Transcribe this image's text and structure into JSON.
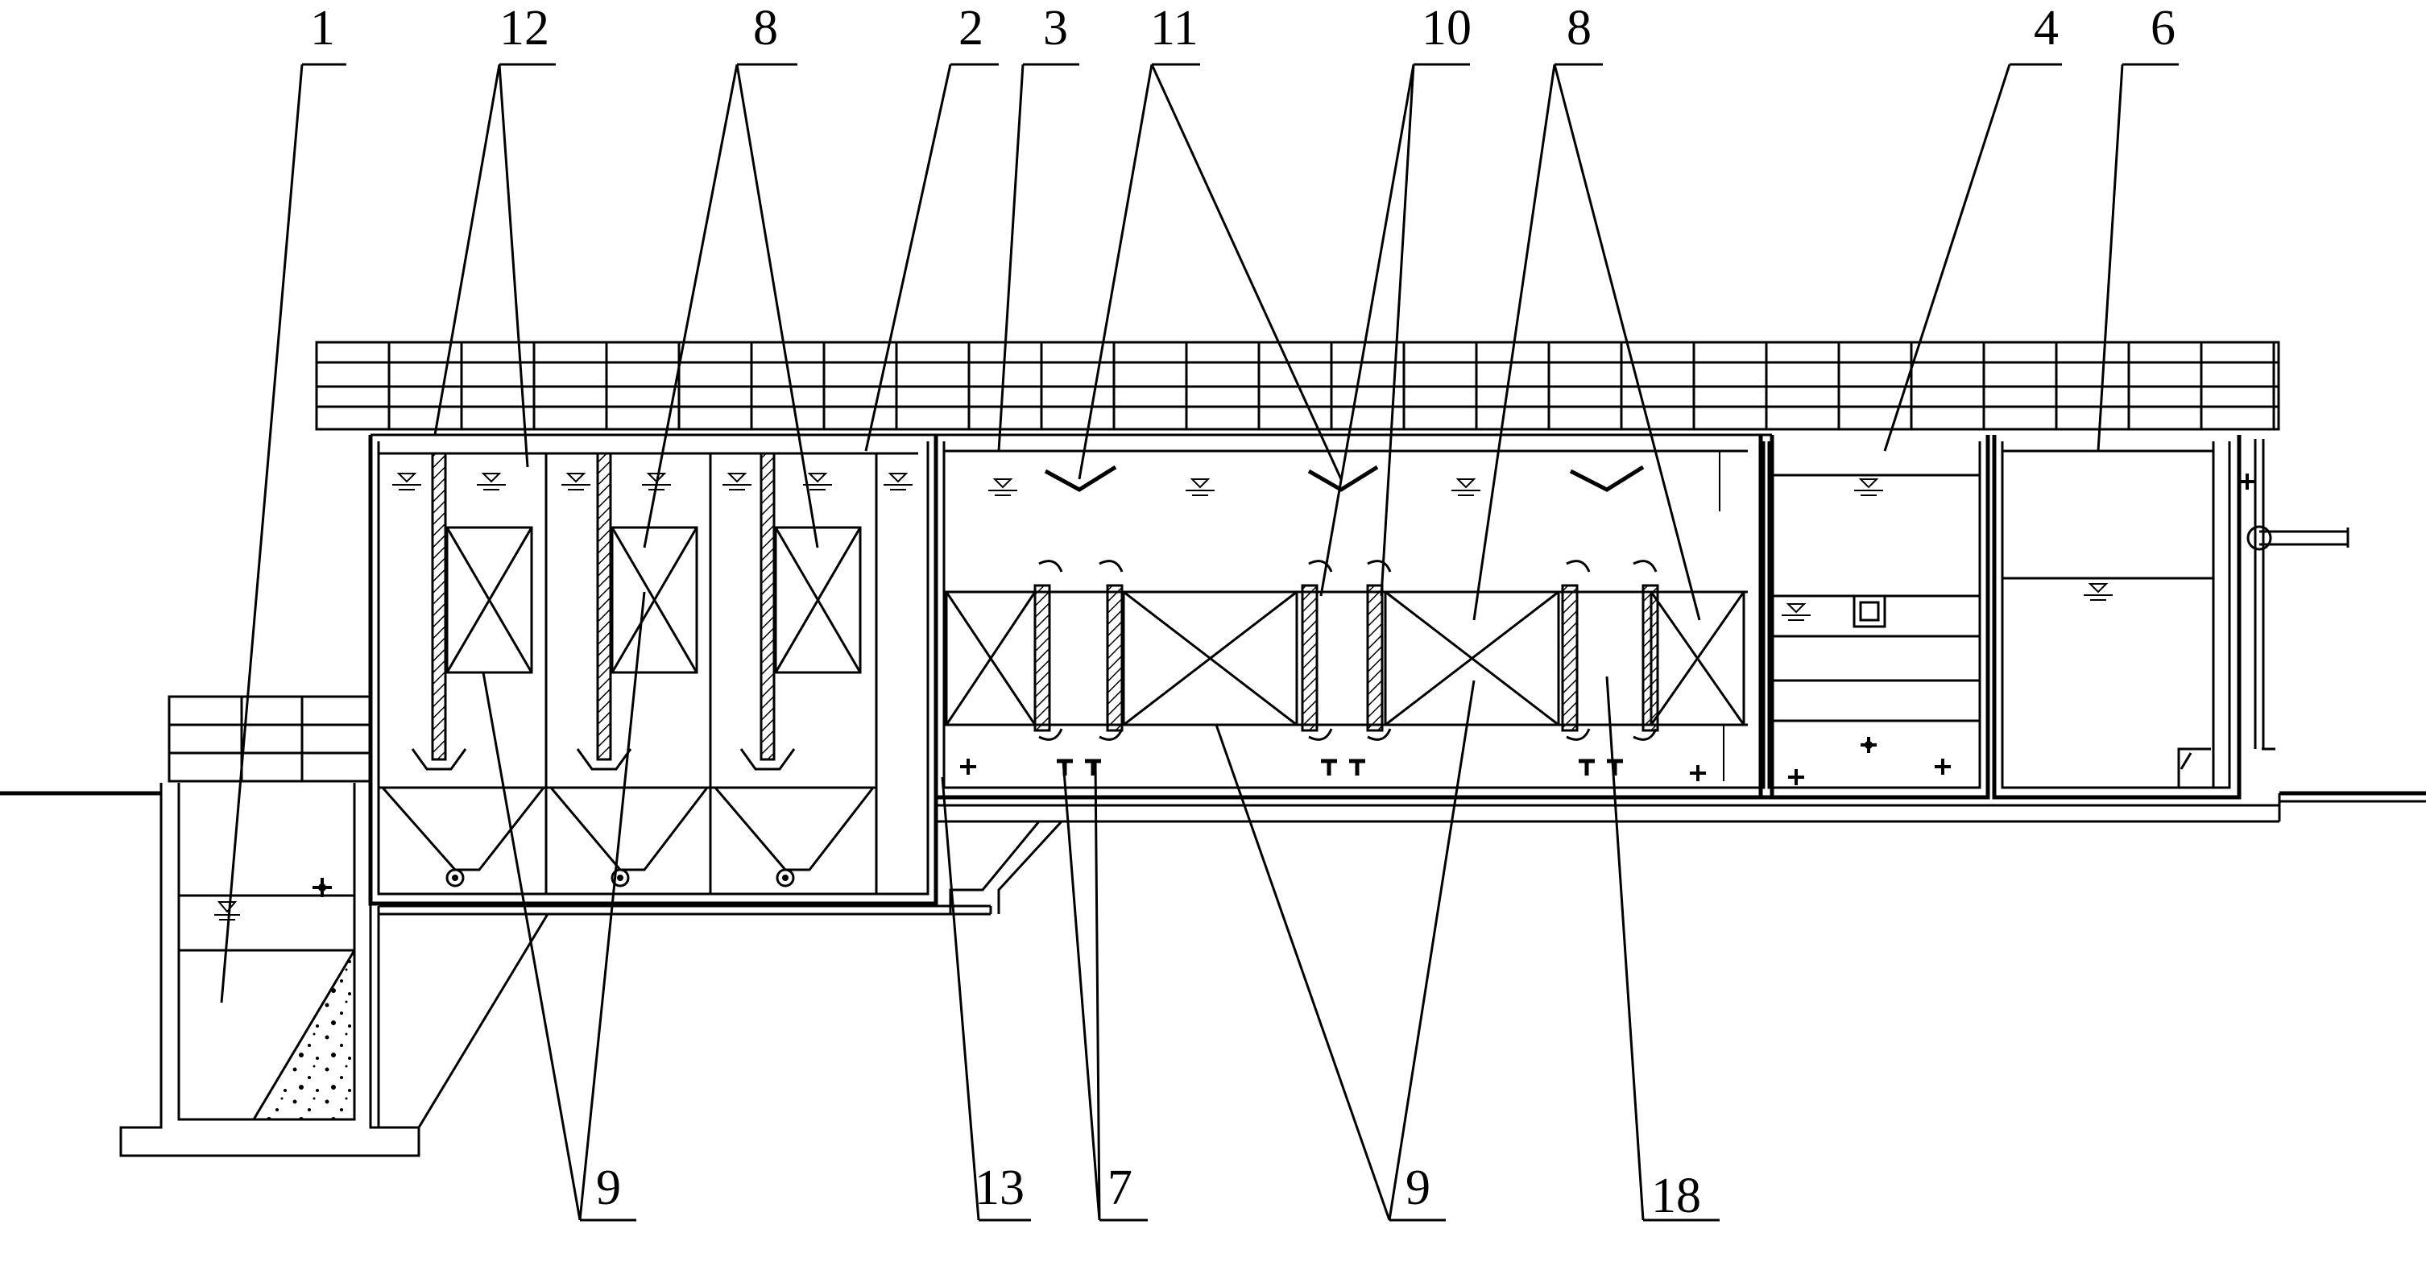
{
  "labels": {
    "n1": "1",
    "n12": "12",
    "n8a": "8",
    "n2": "2",
    "n3": "3",
    "n11": "11",
    "n10": "10",
    "n8b": "8",
    "n4": "4",
    "n6": "6",
    "n9a": "9",
    "n13": "13",
    "n7": "7",
    "n9b": "9",
    "n18": "18"
  }
}
